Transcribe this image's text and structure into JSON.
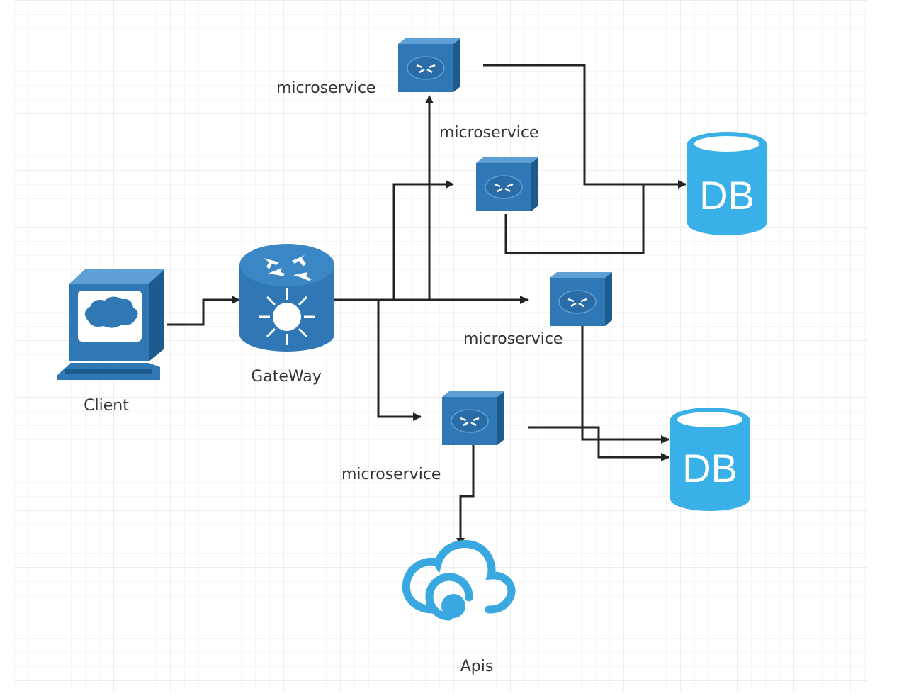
{
  "colors": {
    "grid_minor": "#eeeeee",
    "grid_major": "#dcdcdc",
    "line": "#222222",
    "node_blue": "#2f78b5",
    "node_blue_dark": "#1d5b8f",
    "db_blue": "#3ab0e8",
    "db_top": "#ffffff",
    "cloud_blue": "#39a8e0",
    "text": "#333333"
  },
  "nodes": {
    "client": {
      "label": "Client",
      "icon": "computer-icon"
    },
    "gateway": {
      "label": "GateWay",
      "icon": "gateway-router-icon"
    },
    "service_1": {
      "label": "microservice",
      "icon": "router-box-icon"
    },
    "service_2": {
      "label": "microservice",
      "icon": "router-box-icon"
    },
    "service_3": {
      "label": "microservice",
      "icon": "router-box-icon"
    },
    "service_4": {
      "label": "microservice",
      "icon": "router-box-icon"
    },
    "db_1": {
      "label": "DB",
      "icon": "database-icon"
    },
    "db_2": {
      "label": "DB",
      "icon": "database-icon"
    },
    "apis": {
      "label": "Apis",
      "icon": "cloud-api-icon"
    }
  }
}
